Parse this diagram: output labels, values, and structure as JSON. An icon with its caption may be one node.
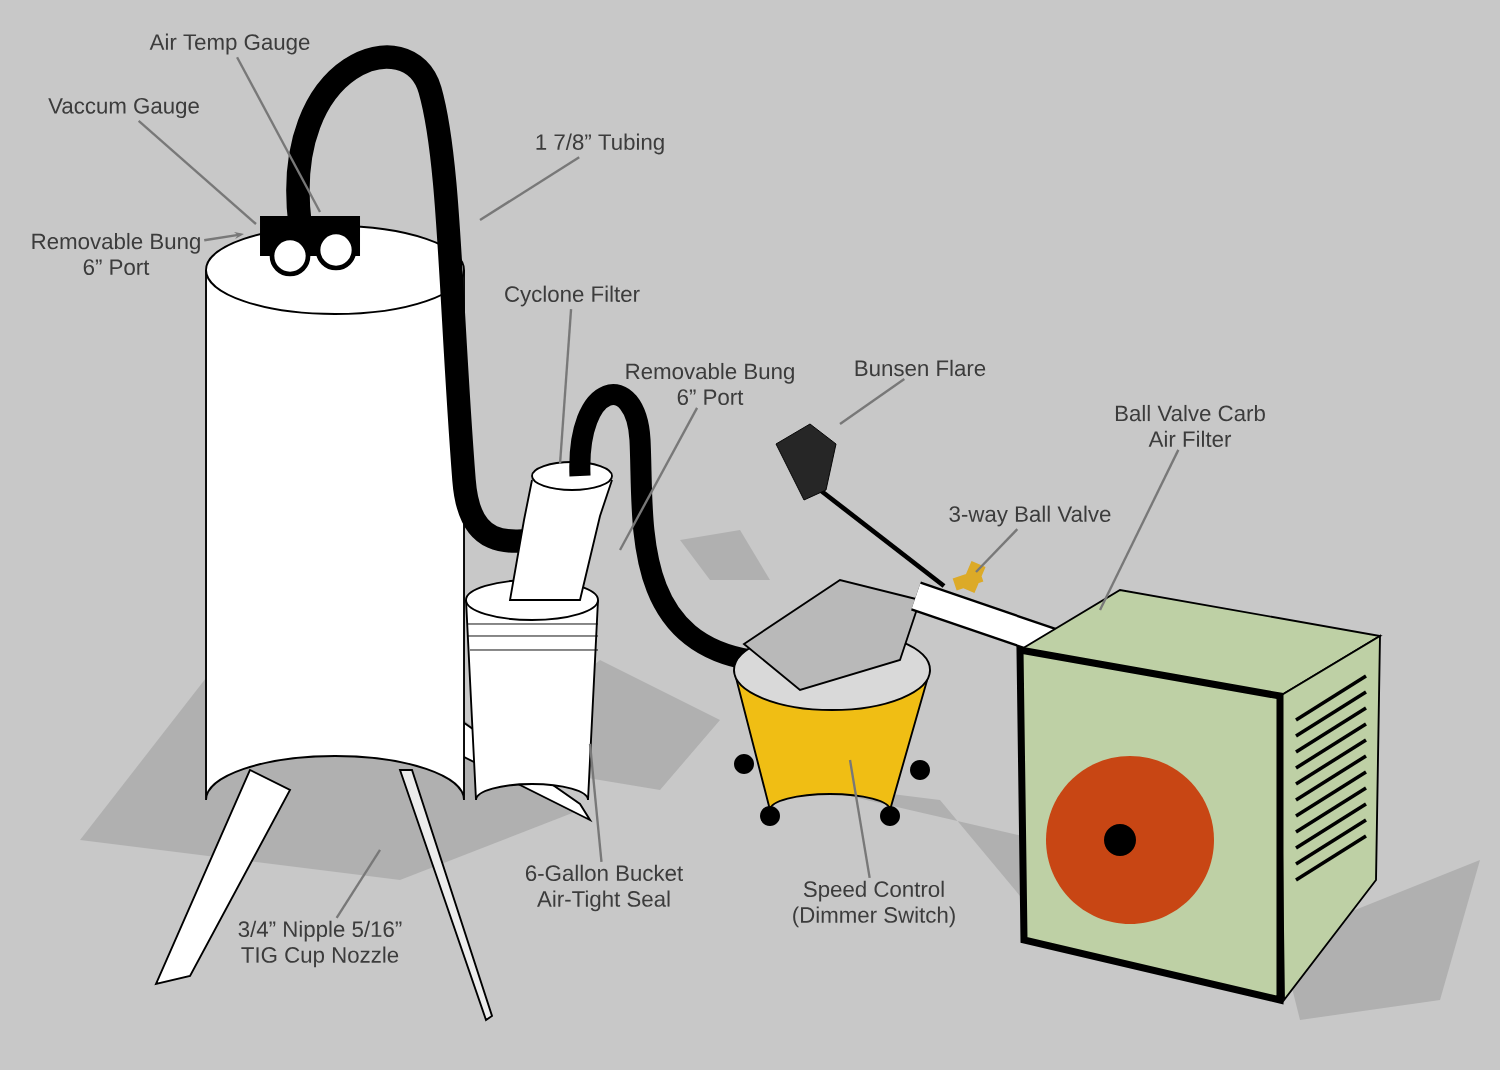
{
  "diagram": {
    "nodes": [
      {
        "text": [
          "Air Temp Gauge"
        ]
      },
      {
        "text": [
          "Vaccum Gauge"
        ]
      },
      {
        "text": [
          "Removable Bung 6” Port"
        ]
      },
      {
        "text": [
          "1 7/8” Tubing"
        ]
      },
      {
        "text": [
          "Cyclone Filter"
        ]
      },
      {
        "text": [
          "Removable Bung 6” Port"
        ]
      },
      {
        "text": [
          "Bunsen Flare"
        ]
      },
      {
        "text": [
          "Ball Valve Carb Air Filter"
        ]
      },
      {
        "text": [
          "3-way Ball Valve"
        ]
      },
      {
        "text": [
          "Speed Control (Dimmer Switch)"
        ]
      },
      {
        "text": [
          "6-Gallon Bucket Air-Tight Seal"
        ]
      },
      {
        "text": [
          "3/4” Nipple 5/16” TIG Cup Nozzle"
        ]
      }
    ],
    "edges": [
      {
        "from": 0,
        "to": null,
        "arrow": "none"
      },
      {
        "from": 1,
        "to": null,
        "arrow": "none"
      },
      {
        "from": 2,
        "to": null,
        "arrow": "to"
      },
      {
        "from": 3,
        "to": null,
        "arrow": "none"
      },
      {
        "from": 4,
        "to": null,
        "arrow": "none"
      },
      {
        "from": 5,
        "to": null,
        "arrow": "none"
      },
      {
        "from": 6,
        "to": null,
        "arrow": "none"
      },
      {
        "from": 7,
        "to": null,
        "arrow": "none"
      },
      {
        "from": 8,
        "to": null,
        "arrow": "none"
      },
      {
        "from": 9,
        "to": null,
        "arrow": "none"
      },
      {
        "from": 10,
        "to": null,
        "arrow": "none"
      },
      {
        "from": 11,
        "to": null,
        "arrow": "none"
      }
    ]
  }
}
